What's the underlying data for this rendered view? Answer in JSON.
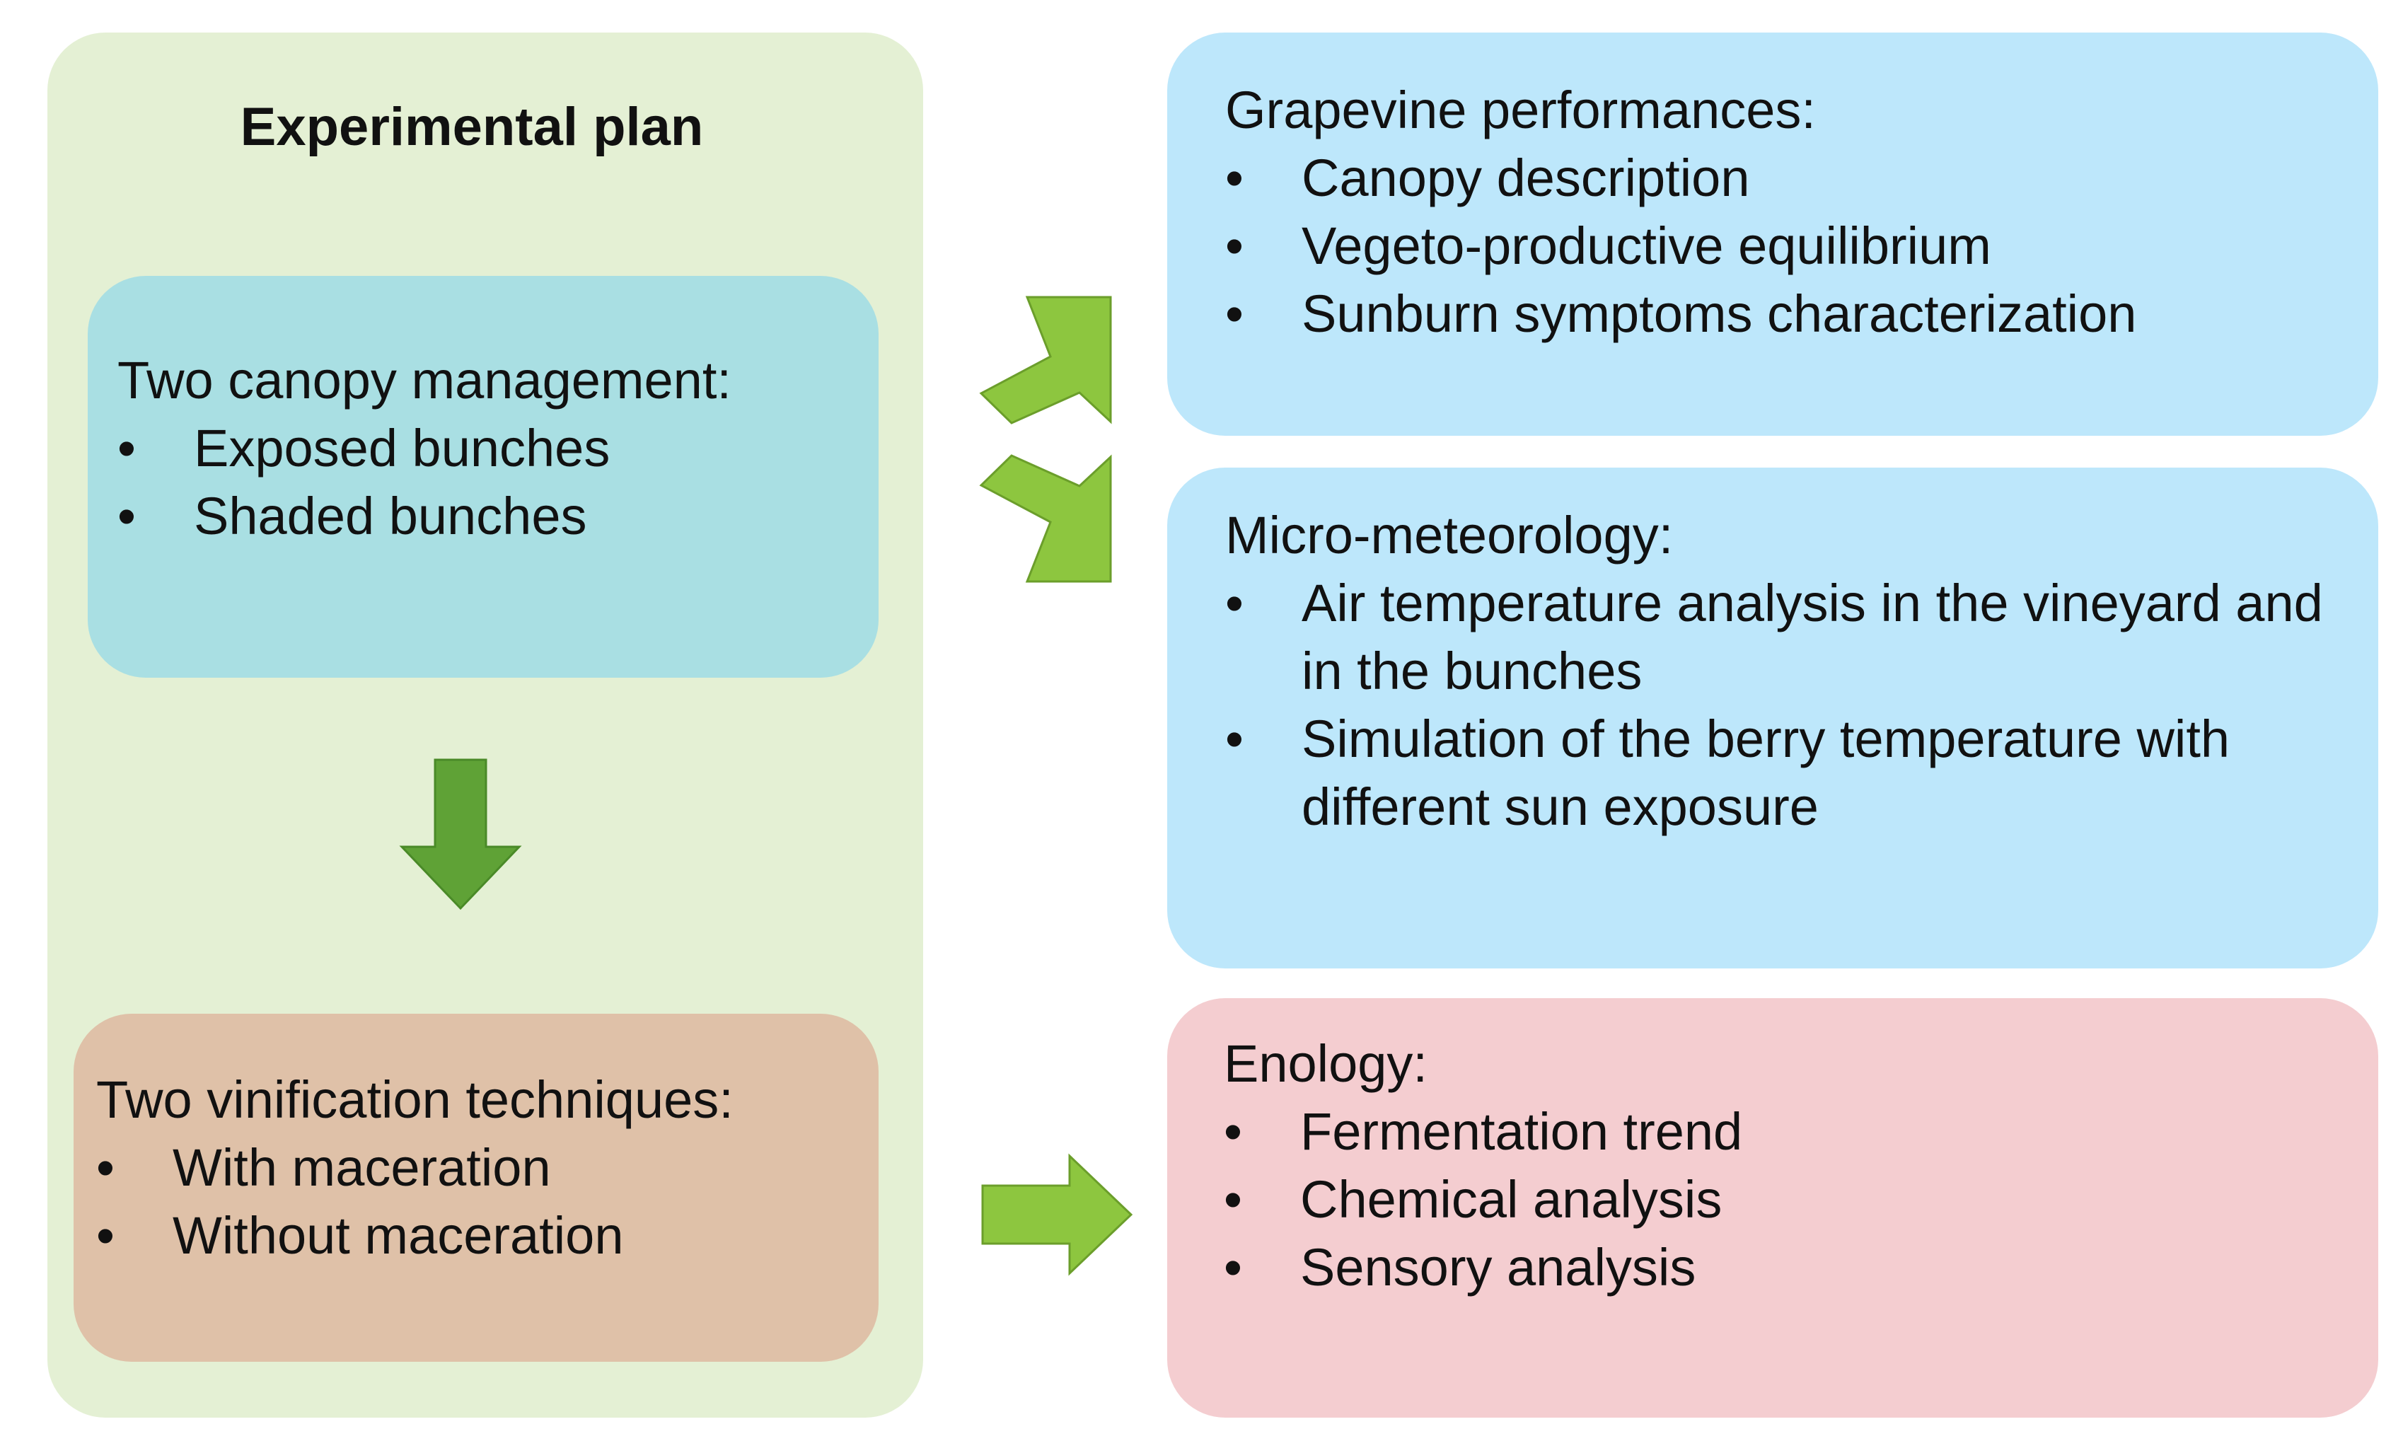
{
  "plan": {
    "title": "Experimental plan"
  },
  "canopy": {
    "heading": "Two canopy management:",
    "items": [
      "Exposed bunches",
      "Shaded bunches"
    ]
  },
  "vinification": {
    "heading": "Two vinification techniques:",
    "items": [
      "With maceration",
      "Without maceration"
    ]
  },
  "grapevine": {
    "heading": "Grapevine performances:",
    "items": [
      "Canopy description",
      "Vegeto-productive equilibrium",
      "Sunburn symptoms characterization"
    ]
  },
  "micro": {
    "heading": "Micro-meteorology:",
    "items": [
      "Air temperature analysis in the vineyard and in the bunches",
      "Simulation of the berry temperature with different sun exposure"
    ]
  },
  "enology": {
    "heading": "Enology:",
    "items": [
      "Fermentation trend",
      "Chemical analysis",
      "Sensory analysis"
    ]
  },
  "colors": {
    "plan_bg": "#e4f0d4",
    "canopy_bg": "#a9dfe3",
    "vinification_bg": "#dfc1a8",
    "performance_bg": "#bde7fb",
    "enology_bg": "#f4cdd0",
    "arrow_dark": "#5fa236",
    "arrow_light": "#8dc63f"
  },
  "icons": [
    "arrow-down-icon",
    "arrow-up-right-icon",
    "arrow-down-right-icon",
    "arrow-right-icon"
  ]
}
